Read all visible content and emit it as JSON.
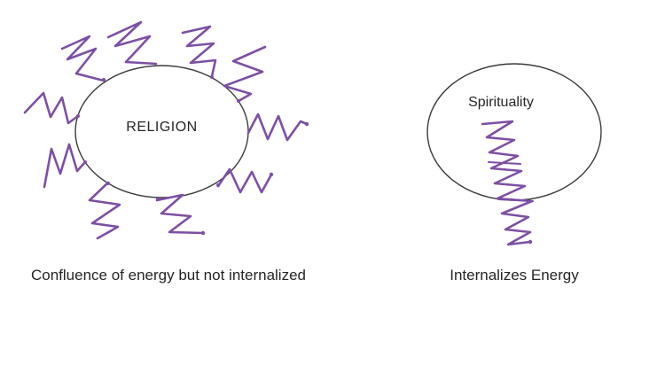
{
  "colors": {
    "background": "#ffffff",
    "squiggle": "#7d4fa5",
    "outline": "#3b3b3b",
    "text": "#262626"
  },
  "left_diagram": {
    "label": "RELIGION",
    "caption": "Confluence of energy but not internalized",
    "squiggle_count": 10
  },
  "right_diagram": {
    "label": "Spirituality",
    "caption": "Internalizes Energy",
    "squiggle_count": 1
  }
}
